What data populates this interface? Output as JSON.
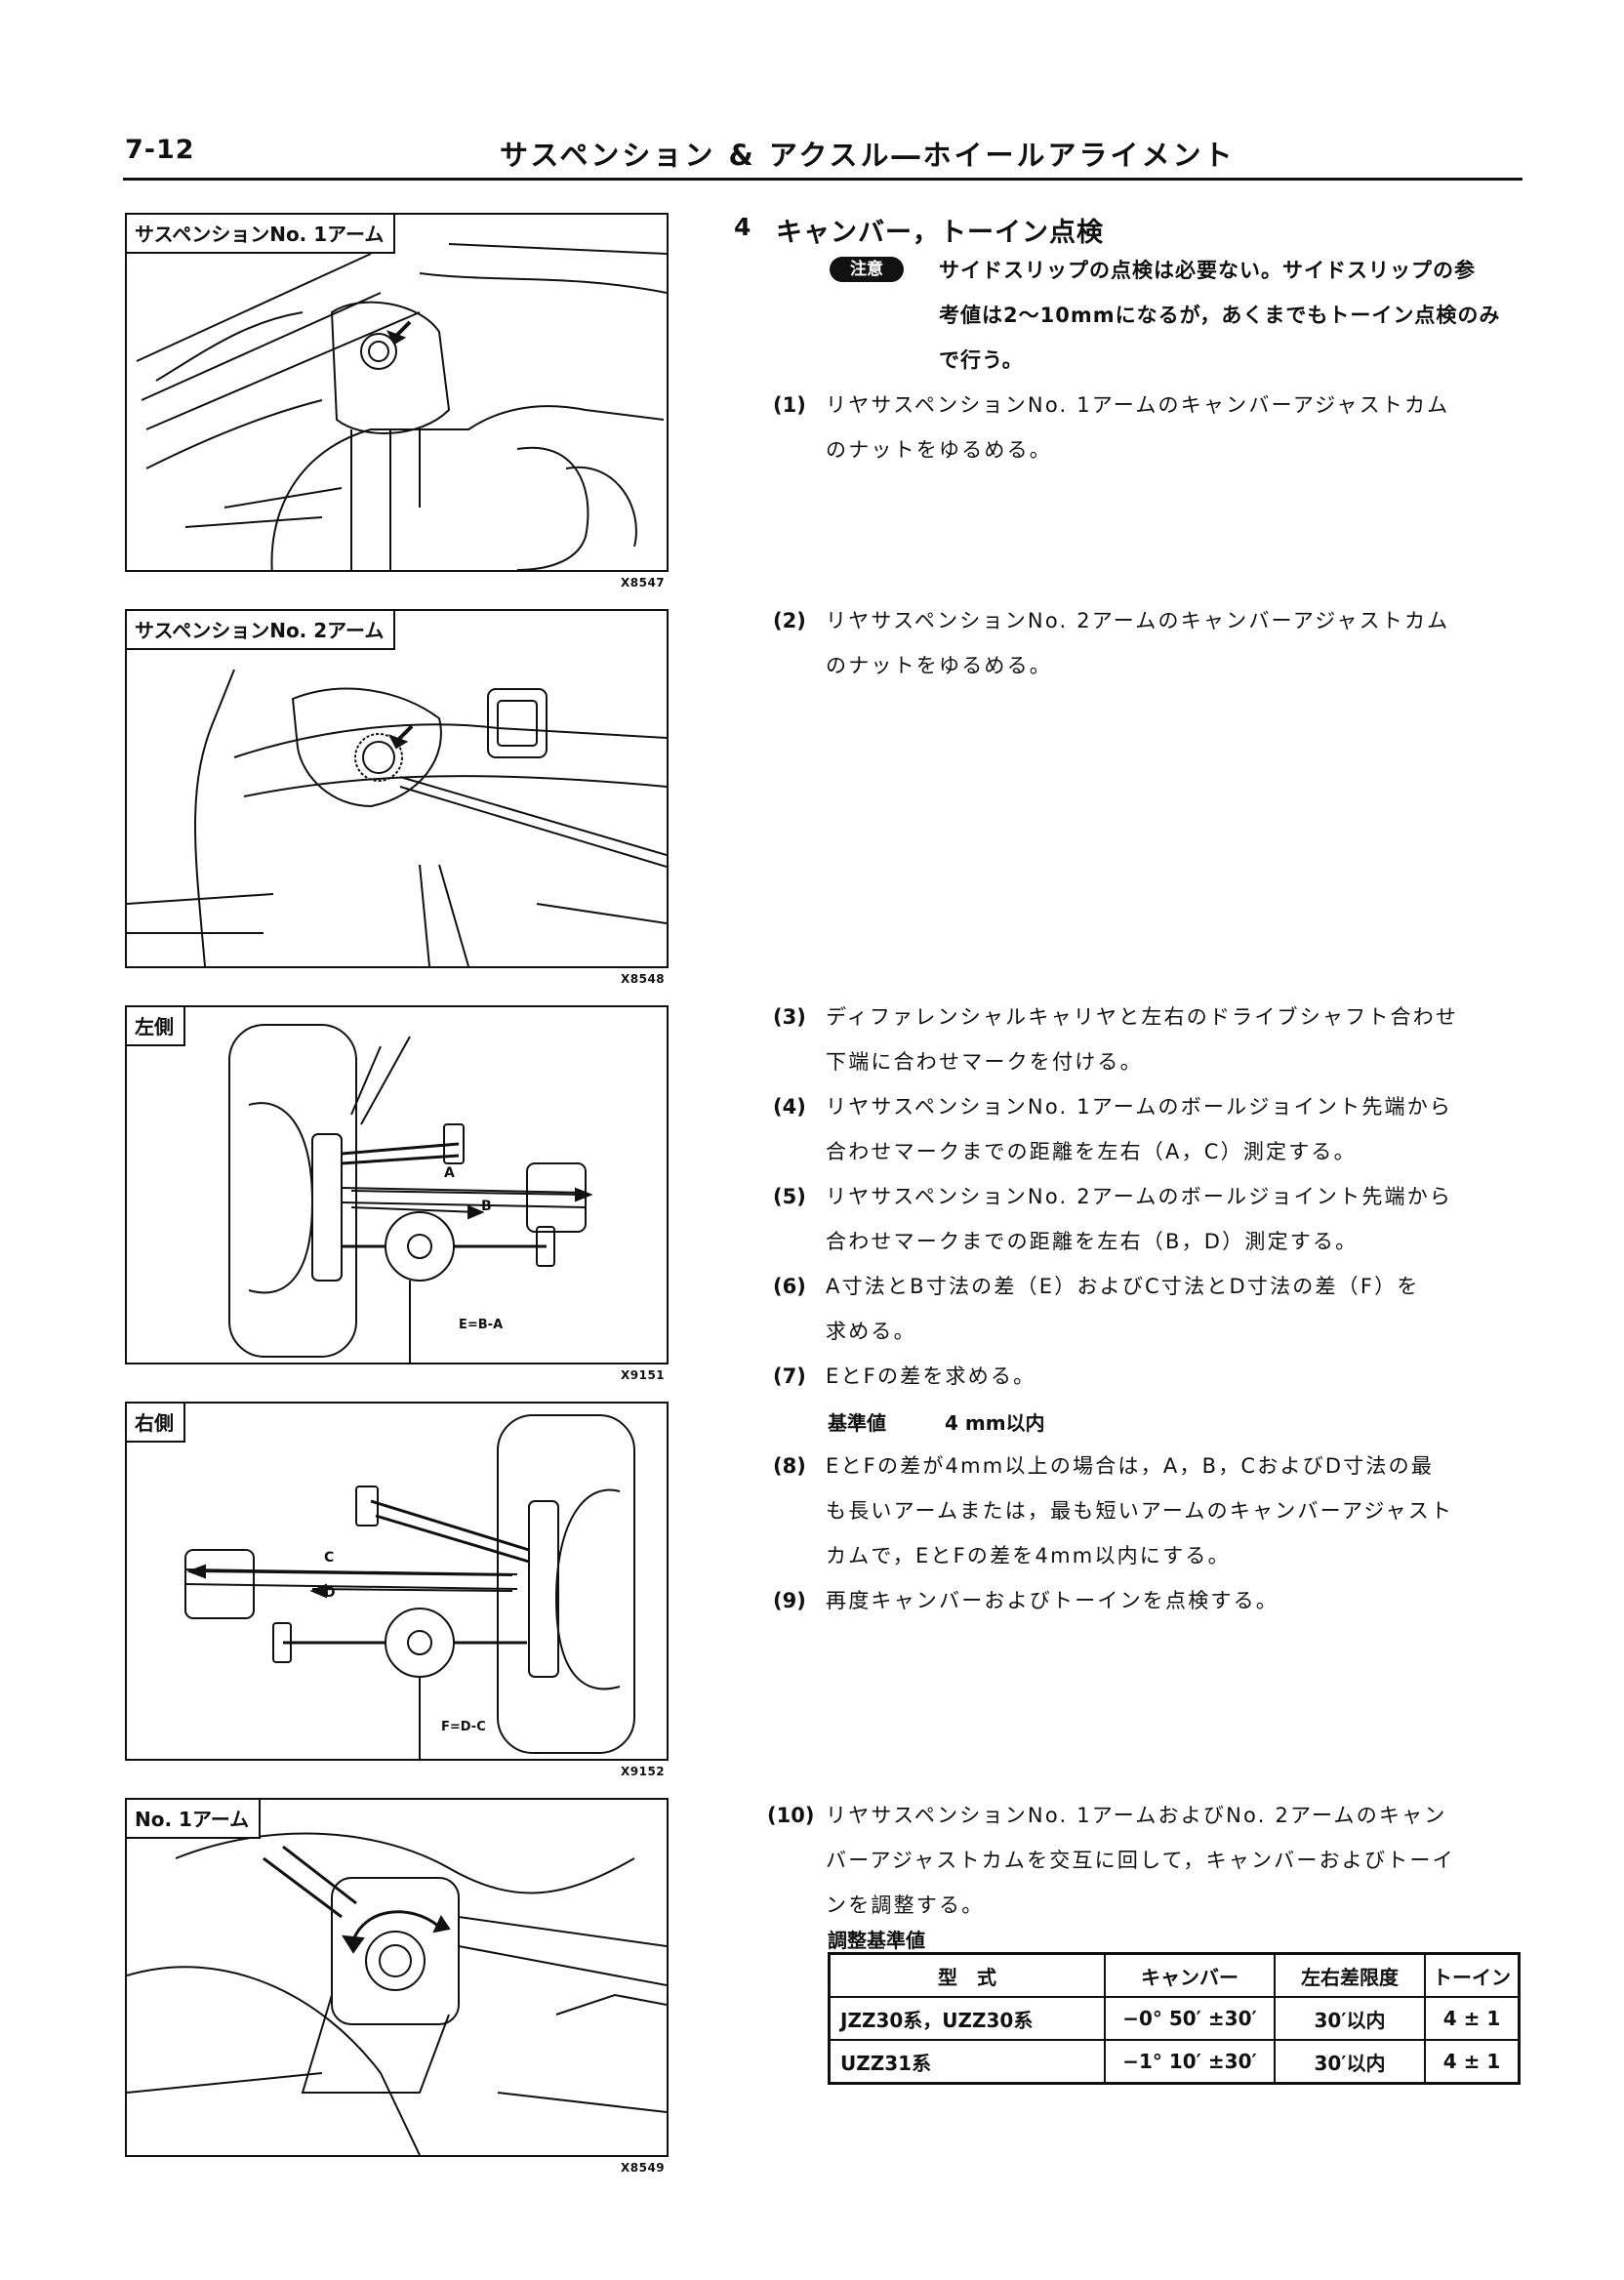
{
  "header": {
    "page_number": "7-12",
    "title": "サスペンション & アクスル―ホイールアライメント"
  },
  "figures": [
    {
      "label": "サスペンションNo. 1アーム",
      "code": "X8547"
    },
    {
      "label": "サスペンションNo. 2アーム",
      "code": "X8548"
    },
    {
      "label": "左側",
      "code": "X9151",
      "callouts": [
        "A",
        "B"
      ],
      "formula": "E=B-A"
    },
    {
      "label": "右側",
      "code": "X9152",
      "callouts": [
        "C",
        "D"
      ],
      "formula": "F=D-C"
    },
    {
      "label": "No. 1アーム",
      "code": "X8549"
    }
  ],
  "section": {
    "number": "4",
    "title": "キャンバー，トーイン点検",
    "caution_badge": "注意",
    "caution_lines": [
      "サイドスリップの点検は必要ない。サイドスリップの参",
      "考値は2～10mmになるが，あくまでもトーイン点検のみ",
      "で行う。"
    ]
  },
  "steps": [
    {
      "no": "(1)",
      "lines": [
        "リヤサスペンションNo. 1アームのキャンバーアジャストカム",
        "のナットをゆるめる。"
      ]
    },
    {
      "no": "(2)",
      "lines": [
        "リヤサスペンションNo. 2アームのキャンバーアジャストカム",
        "のナットをゆるめる。"
      ]
    },
    {
      "no": "(3)",
      "lines": [
        "ディファレンシャルキャリヤと左右のドライブシャフト合わせ",
        "下端に合わせマークを付ける。"
      ]
    },
    {
      "no": "(4)",
      "lines": [
        "リヤサスペンションNo. 1アームのボールジョイント先端から",
        "合わせマークまでの距離を左右（A，C）測定する。"
      ]
    },
    {
      "no": "(5)",
      "lines": [
        "リヤサスペンションNo. 2アームのボールジョイント先端から",
        "合わせマークまでの距離を左右（B，D）測定する。"
      ]
    },
    {
      "no": "(6)",
      "lines": [
        "A寸法とB寸法の差（E）およびC寸法とD寸法の差（F）を",
        "求める。"
      ]
    },
    {
      "no": "(7)",
      "lines": [
        "EとFの差を求める。"
      ]
    },
    {
      "no": "(8)",
      "lines": [
        "EとFの差が4mm以上の場合は，A，B，CおよびD寸法の最",
        "も長いアームまたは，最も短いアームのキャンバーアジャスト",
        "カムで，EとFの差を4mm以内にする。"
      ]
    },
    {
      "no": "(9)",
      "lines": [
        "再度キャンバーおよびトーインを点検する。"
      ]
    },
    {
      "no": "(10)",
      "lines": [
        "リヤサスペンションNo. 1アームおよびNo. 2アームのキャン",
        "バーアジャストカムを交互に回して，キャンバーおよびトーイ",
        "ンを調整する。"
      ]
    }
  ],
  "standard": {
    "label": "基準値",
    "value": "4 mm以内"
  },
  "adjustment": {
    "title": "調整基準値",
    "headers": [
      "型　式",
      "キャンバー",
      "左右差限度",
      "トーイン"
    ],
    "rows": [
      [
        "JZZ30系，UZZ30系",
        "−0° 50′ ±30′",
        "30′以内",
        "4 ± 1"
      ],
      [
        "UZZ31系",
        "−1° 10′ ±30′",
        "30′以内",
        "4 ± 1"
      ]
    ]
  }
}
